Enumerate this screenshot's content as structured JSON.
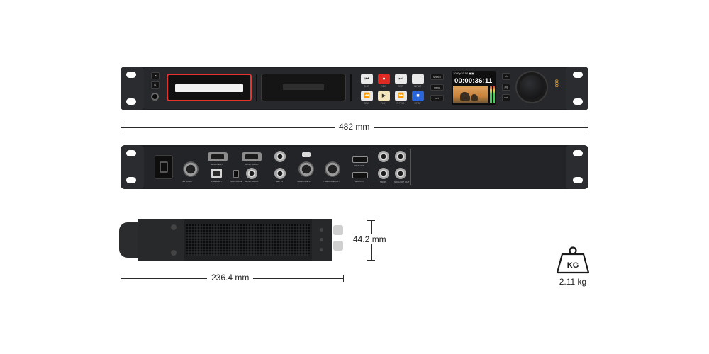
{
  "front_panel": {
    "buttons": [
      {
        "glyph": "⏮",
        "caption": "skip"
      },
      {
        "glyph": "●",
        "caption": "rec"
      },
      {
        "glyph": "⏭",
        "caption": "edit"
      },
      {
        "glyph": "",
        "caption": "input"
      },
      {
        "glyph": "⏪",
        "caption": "rew"
      },
      {
        "glyph": "▶",
        "caption": "play"
      },
      {
        "glyph": "⏩",
        "caption": "f fwd"
      },
      {
        "glyph": "■",
        "caption": "stop"
      }
    ],
    "function_buttons": [
      "search",
      "menu",
      "set"
    ],
    "side_keys": [
      "ch",
      "jog",
      "shtl"
    ],
    "eject_keys": [
      "◀",
      "▶"
    ],
    "lcd": {
      "status": "1080p29.97  ▣▣",
      "timecode": "00:00:36:11"
    },
    "brand_mark": "ooo"
  },
  "rear_panel": {
    "labels": {
      "power": "12V AC 2A",
      "ref_in": "ref in",
      "remote_in": "remote in",
      "ethernet": "ethernet",
      "monitor_out_top": "monitor out",
      "monitor_out_sdi": "monitor out",
      "software": "software",
      "ref_out": "ref in",
      "timecode_in": "timecode in",
      "timecode_out": "timecode out",
      "hdmi_out": "hdmi out",
      "hdmi_in": "hdmi in",
      "sdi_in": "sdi in",
      "sdi_loop_out": "sdi loop out"
    }
  },
  "dimensions": {
    "width": "482 mm",
    "height": "44.2 mm",
    "depth": "236.4 mm"
  },
  "weight": {
    "icon_text": "KG",
    "value": "2.11 kg"
  }
}
